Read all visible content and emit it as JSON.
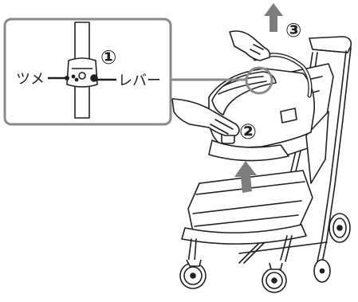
{
  "figure": {
    "callout_left_label": "ツメ",
    "callout_right_label": "レバー",
    "step_1": "①",
    "step_2": "②",
    "step_3": "③"
  },
  "colors": {
    "line": "#231f20",
    "callout_frame": "#8a8a8a",
    "arrow_gray": "#7d7d7d",
    "background": "#ffffff"
  }
}
